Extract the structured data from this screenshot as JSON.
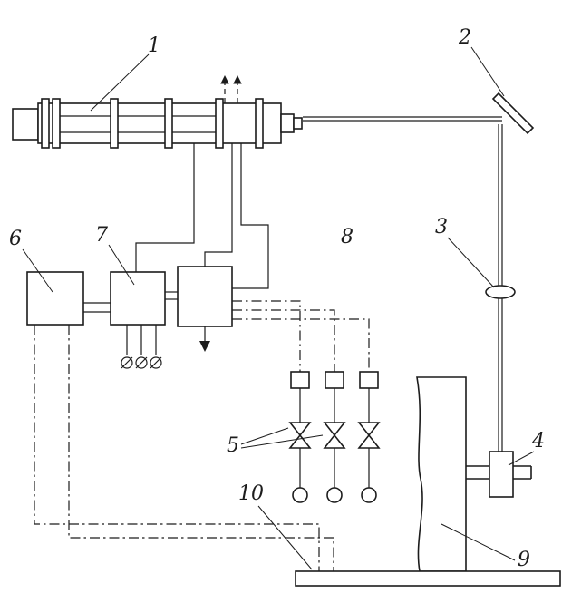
{
  "figure": {
    "labels": {
      "n1": "1",
      "n2": "2",
      "n3": "3",
      "n4": "4",
      "n5": "5",
      "n6": "6",
      "n7": "7",
      "n8": "8",
      "n9": "9",
      "n10": "10"
    },
    "colors": {
      "ink": "#1c1c1c",
      "paper": "#ffffff"
    }
  }
}
